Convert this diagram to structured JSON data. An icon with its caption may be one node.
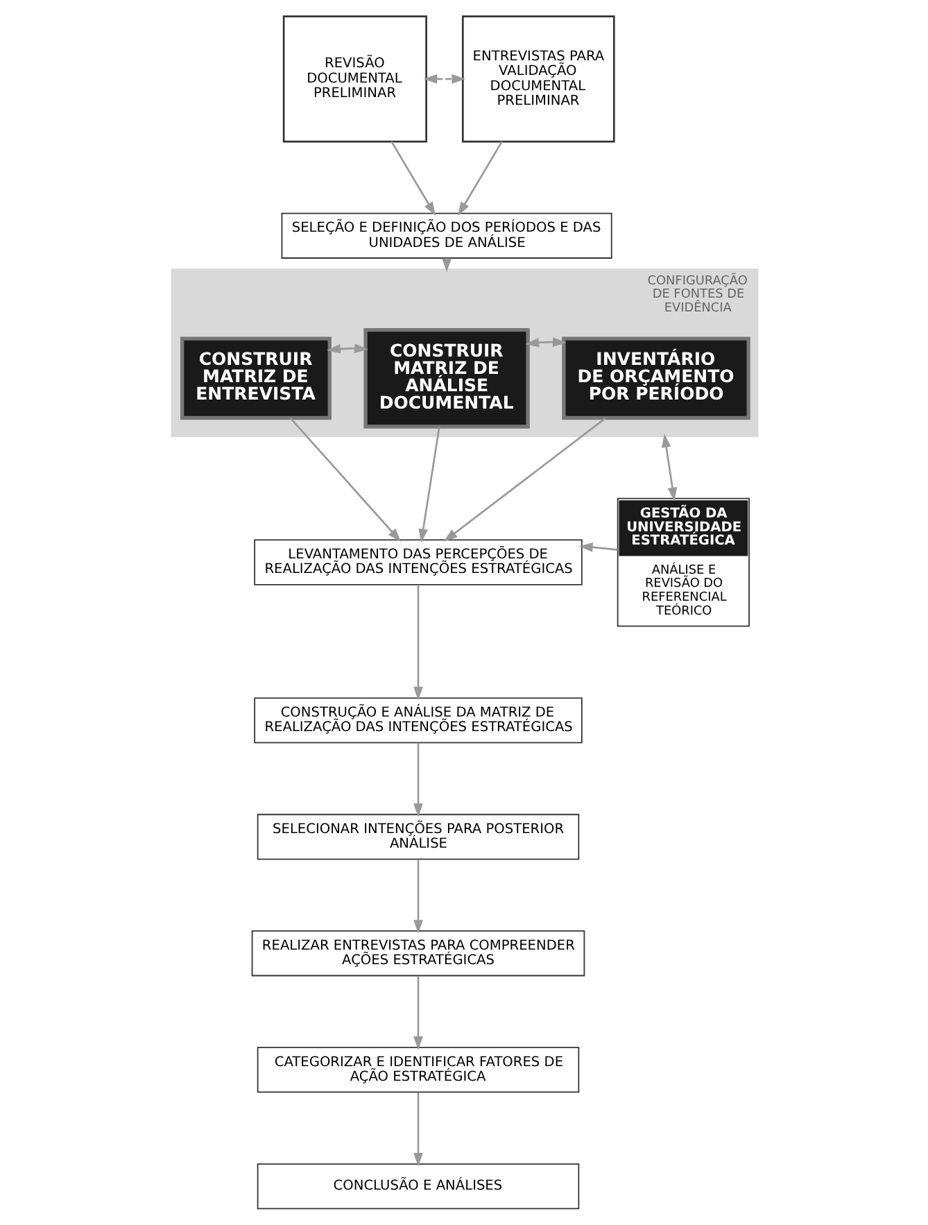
{
  "diagram": {
    "nodes": [
      {
        "text": [
          "REVISÃO DOCUMENTAL PRELIMINAR"
        ]
      },
      {
        "text": [
          "ENTREVISTAS PARA VALIDAÇÃO DOCUMENTAL PRELIMINAR"
        ]
      },
      {
        "text": [
          "SELEÇÃO E DEFINIÇÃO DOS PERÍODOS E DAS UNIDADES DE ANÁLISE"
        ]
      },
      {
        "text": [
          "CONFIGURAÇÃO DE FONTES DE EVIDÊNCIA"
        ]
      },
      {
        "text": [
          "CONSTRUIR MATRIZ DE ENTREVISTA"
        ],
        "in": 3
      },
      {
        "text": [
          "CONSTRUIR MATRIZ DE ANÁLISE DOCUMENTAL"
        ],
        "in": 3
      },
      {
        "text": [
          "INVENTÁRIO DE ORÇAMENTO POR PERÍODO"
        ],
        "in": 3
      },
      {
        "text": [
          "LEVANTAMENTO DAS PERCEPÇÕES DE REALIZAÇÃO DAS INTENÇÕES ESTRATÉGICAS"
        ]
      },
      {
        "text": [
          "GESTÃO DA UNIVERSIDADE ESTRATÉGICA",
          "ANÁLISE E REVISÃO DO REFERENCIAL TEÓRICO"
        ]
      },
      {
        "text": [
          "CONSTRUÇÃO E ANÁLISE DA MATRIZ DE REALIZAÇÃO DAS INTENÇÕES ESTRATÉGICAS"
        ]
      },
      {
        "text": [
          "SELECIONAR INTENÇÕES PARA POSTERIOR ANÁLISE"
        ]
      },
      {
        "text": [
          "REALIZAR ENTREVISTAS PARA COMPREENDER AÇÕES ESTRATÉGICAS"
        ]
      },
      {
        "text": [
          "CATEGORIZAR E IDENTIFICAR FATORES DE AÇÃO ESTRATÉGICA"
        ]
      },
      {
        "text": [
          "CONCLUSÃO E ANÁLISES"
        ]
      }
    ],
    "edges": [
      {
        "from": 0,
        "to": 1,
        "arrow": "both",
        "style": "dashed"
      },
      {
        "from": 0,
        "to": 2,
        "arrow": "to"
      },
      {
        "from": 1,
        "to": 2,
        "arrow": "to"
      },
      {
        "from": 2,
        "to": 3,
        "arrow": "to"
      },
      {
        "from": 4,
        "to": 5,
        "arrow": "both"
      },
      {
        "from": 5,
        "to": 6,
        "arrow": "both"
      },
      {
        "from": 4,
        "to": 7,
        "arrow": "to"
      },
      {
        "from": 5,
        "to": 7,
        "arrow": "to"
      },
      {
        "from": 6,
        "to": 7,
        "arrow": "to"
      },
      {
        "from": 3,
        "to": 8,
        "arrow": "both"
      },
      {
        "from": 8,
        "to": 7,
        "arrow": "to"
      },
      {
        "from": 7,
        "to": 9,
        "arrow": "to"
      },
      {
        "from": 9,
        "to": 10,
        "arrow": "to"
      },
      {
        "from": 10,
        "to": 11,
        "arrow": "to"
      },
      {
        "from": 11,
        "to": 12,
        "arrow": "to"
      },
      {
        "from": 12,
        "to": 13,
        "arrow": "to"
      }
    ]
  }
}
